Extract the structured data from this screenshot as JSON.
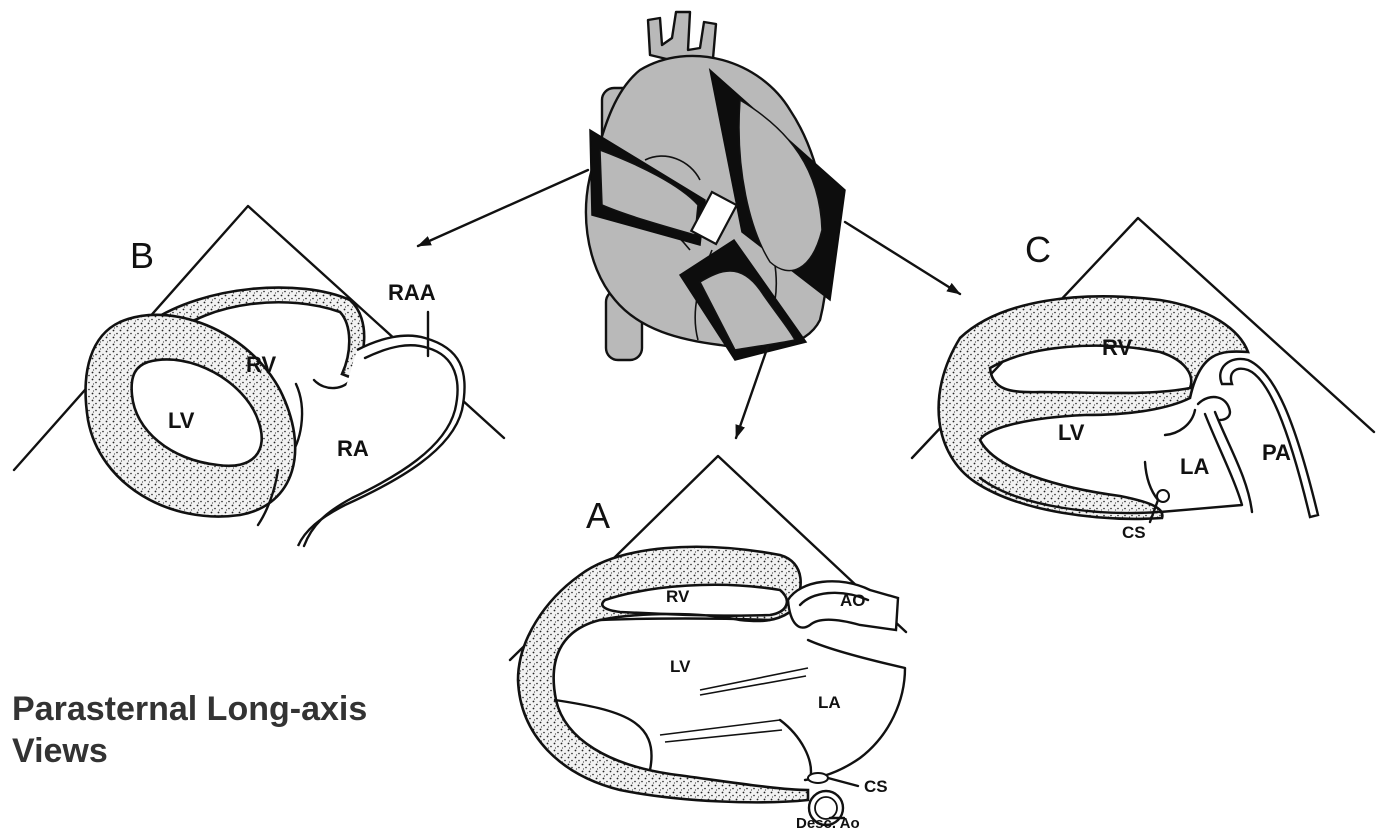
{
  "caption": {
    "line1": "Parasternal Long-axis",
    "line2": "Views"
  },
  "panels": {
    "B": {
      "letter": "B",
      "labels": {
        "rv": "RV",
        "lv": "LV",
        "ra": "RA",
        "raa": "RAA"
      }
    },
    "C": {
      "letter": "C",
      "labels": {
        "rv": "RV",
        "lv": "LV",
        "la": "LA",
        "pa": "PA",
        "cs": "CS"
      }
    },
    "A": {
      "letter": "A",
      "labels": {
        "rv": "RV",
        "lv": "LV",
        "la": "LA",
        "ao": "AO",
        "cs": "CS",
        "desc_ao": "Desc. Ao"
      }
    }
  }
}
